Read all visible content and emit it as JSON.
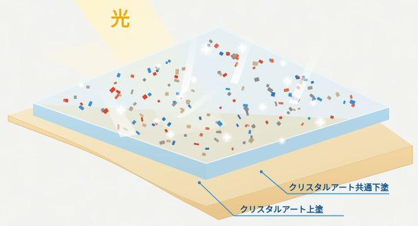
{
  "light_label": "光",
  "labels": {
    "base_coat": "クリスタルアート共通下塗",
    "top_coat": "クリスタルアート上塗"
  },
  "colors": {
    "light_text": "#f6a800",
    "leader_line": "#1f8ad1",
    "label_text": "#0a4f8a",
    "base_layer": "#f4ddb0",
    "clear_layer": "#cfe6f3"
  }
}
